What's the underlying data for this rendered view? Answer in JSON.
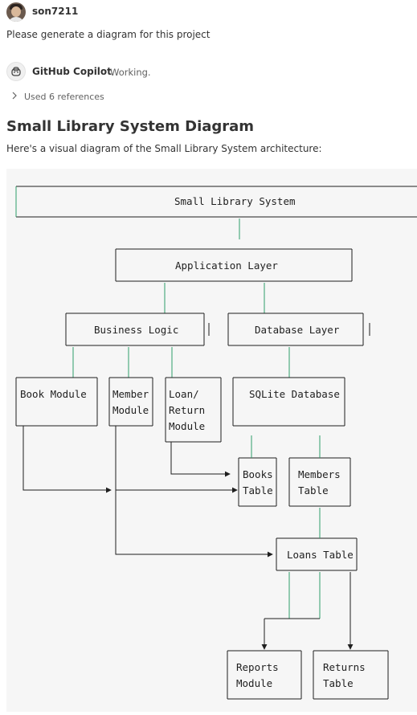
{
  "user": {
    "name": "son7211",
    "message": "Please generate a diagram for this project"
  },
  "assistant": {
    "name": "GitHub Copilot",
    "status": "Working.",
    "references_label": "Used 6 references"
  },
  "response": {
    "heading": "Small Library System Diagram",
    "intro": "Here's a visual diagram of the Small Library System architecture:"
  },
  "diagram": {
    "title": "Small Library System",
    "application_layer": "Application Layer",
    "business_logic": "Business Logic",
    "database_layer": "Database Layer",
    "book_module": "Book Module",
    "member_module": [
      "Member",
      "Module"
    ],
    "loan_module": [
      "Loan/",
      "Return",
      "Module"
    ],
    "sqlite_db": "SQLite Database",
    "books_table": [
      "Books",
      "Table"
    ],
    "members_table": [
      "Members",
      "Table"
    ],
    "loans_table": "Loans Table",
    "reports_module": [
      "Reports",
      "Module"
    ],
    "returns_table": [
      "Returns",
      "Table"
    ]
  },
  "colors": {
    "line": "#1f1f1f",
    "accent": "#2e9e6a",
    "code_bg": "#f6f6f6"
  }
}
